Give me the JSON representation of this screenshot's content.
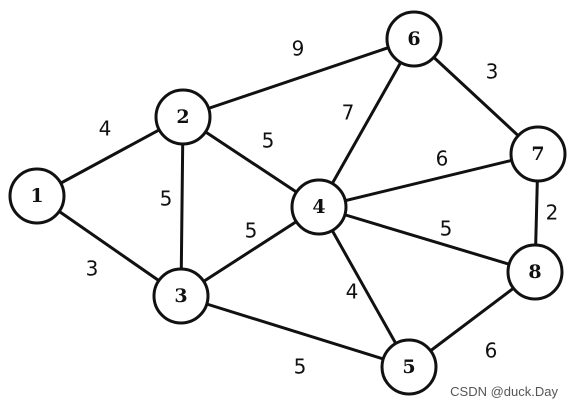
{
  "graph": {
    "nodes": [
      {
        "id": "1",
        "label": "1"
      },
      {
        "id": "2",
        "label": "2"
      },
      {
        "id": "3",
        "label": "3"
      },
      {
        "id": "4",
        "label": "4"
      },
      {
        "id": "5",
        "label": "5"
      },
      {
        "id": "6",
        "label": "6"
      },
      {
        "id": "7",
        "label": "7"
      },
      {
        "id": "8",
        "label": "8"
      }
    ],
    "edges": [
      {
        "from": "1",
        "to": "2",
        "weight": "4"
      },
      {
        "from": "1",
        "to": "3",
        "weight": "3"
      },
      {
        "from": "2",
        "to": "3",
        "weight": "5"
      },
      {
        "from": "2",
        "to": "4",
        "weight": "5"
      },
      {
        "from": "2",
        "to": "6",
        "weight": "9"
      },
      {
        "from": "3",
        "to": "4",
        "weight": "5"
      },
      {
        "from": "3",
        "to": "5",
        "weight": "5"
      },
      {
        "from": "4",
        "to": "5",
        "weight": "4"
      },
      {
        "from": "4",
        "to": "6",
        "weight": "7"
      },
      {
        "from": "4",
        "to": "7",
        "weight": "6"
      },
      {
        "from": "4",
        "to": "8",
        "weight": "5"
      },
      {
        "from": "5",
        "to": "8",
        "weight": "6"
      },
      {
        "from": "6",
        "to": "7",
        "weight": "3"
      },
      {
        "from": "7",
        "to": "8",
        "weight": "2"
      }
    ]
  },
  "watermark": "CSDN @duck.Day"
}
